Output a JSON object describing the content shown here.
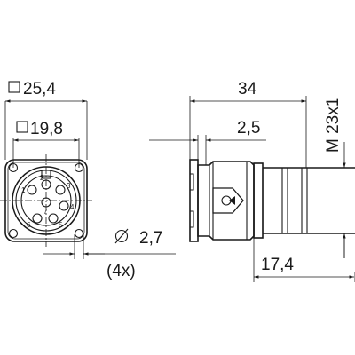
{
  "dimensions": {
    "flange_square": "25,4",
    "hole_square": "19,8",
    "hole_diameter": "2,7",
    "hole_count": "(4x)",
    "overall_length": "34",
    "flange_thickness": "2,5",
    "thread": "M 23x1",
    "thread_length": "17,4"
  },
  "symbols": {
    "square": "square-symbol",
    "diameter": "diameter-symbol"
  },
  "pin_labels": {
    "p1": "1",
    "p2": "2",
    "p3": "3",
    "p4": "4",
    "p5": "5",
    "p6": "6",
    "p7": "7"
  }
}
